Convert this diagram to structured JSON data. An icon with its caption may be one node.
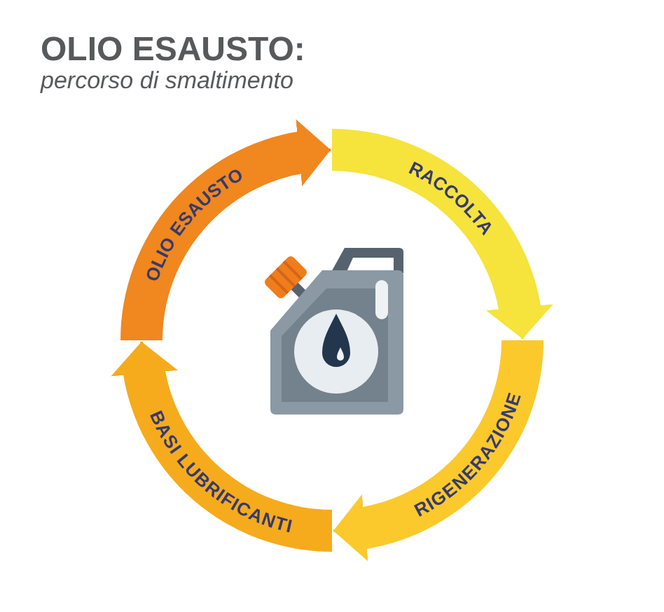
{
  "diagram": {
    "title": "OLIO ESAUSTO:",
    "nodes": [
      {
        "text": [
          "OLIO ESAUSTO"
        ]
      },
      {
        "text": [
          "RACCOLTA"
        ]
      },
      {
        "text": [
          "RIGENERAZIONE"
        ]
      },
      {
        "text": [
          "BASI LUBRIFICANTI"
        ]
      }
    ],
    "edges": [
      {
        "from": 0,
        "to": 1,
        "arrow": "to",
        "color": "#f0871f"
      },
      {
        "from": 1,
        "to": 2,
        "arrow": "to",
        "color": "#f6e33c"
      },
      {
        "from": 2,
        "to": 3,
        "arrow": "to",
        "color": "#fbc92c"
      },
      {
        "from": 3,
        "to": 0,
        "arrow": "to",
        "color": "#f6ab1c"
      }
    ],
    "labels": [
      "percorso di smaltimento"
    ]
  }
}
